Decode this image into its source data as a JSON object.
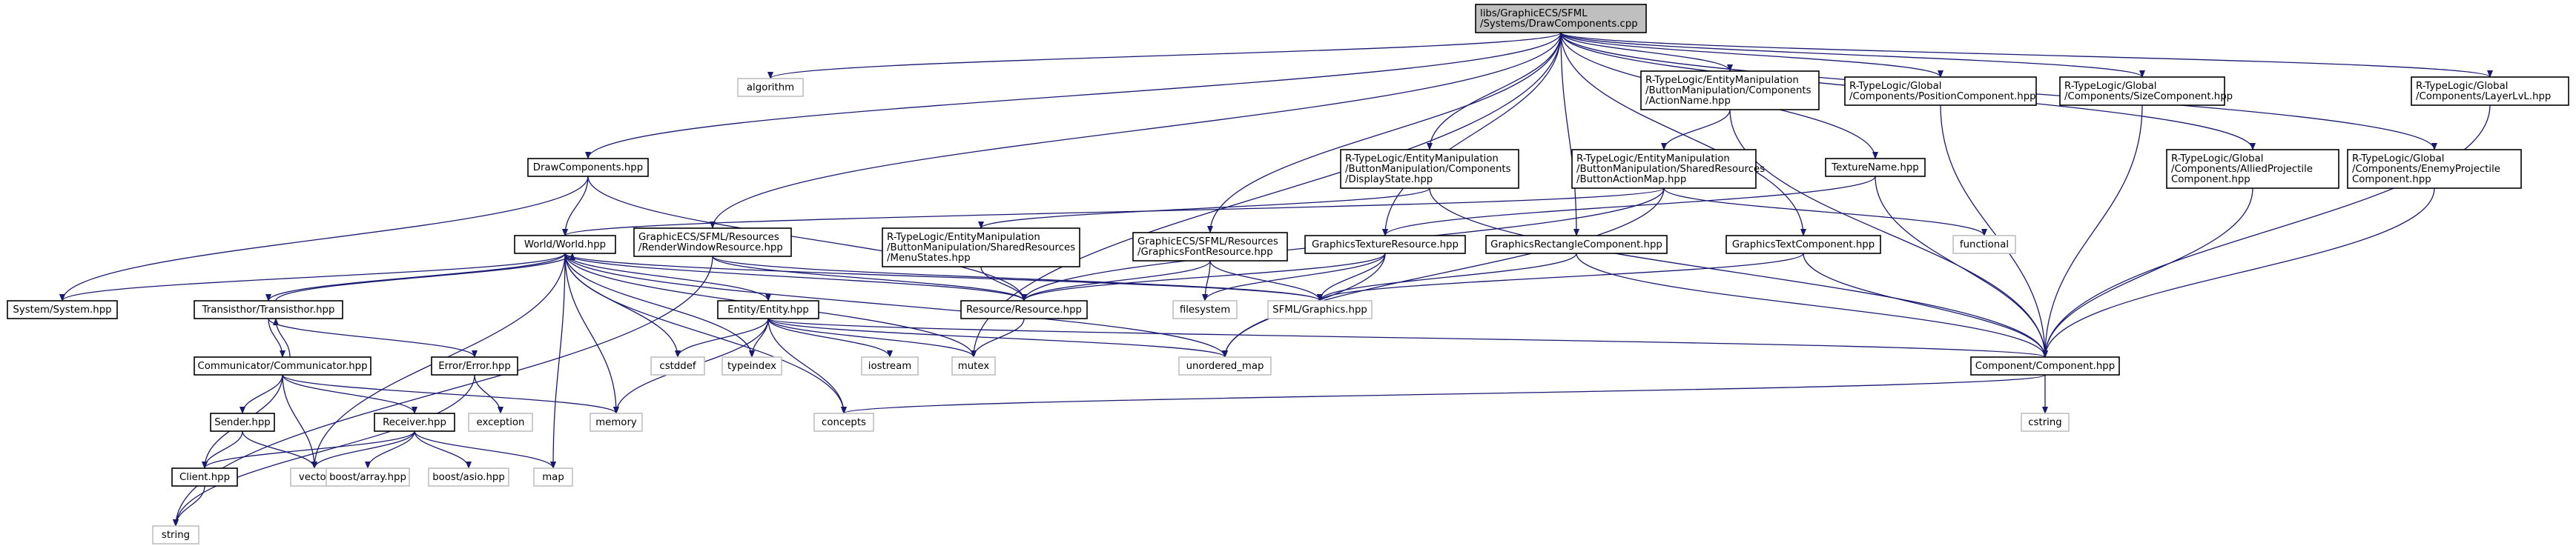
{
  "graph": {
    "nodes": [
      {
        "id": "root",
        "lines": [
          "libs/GraphicECS/SFML",
          "/Systems/DrawComponents.cpp"
        ],
        "style": "root"
      },
      {
        "id": "drawhpp",
        "lines": [
          "DrawComponents.hpp"
        ],
        "style": "file"
      },
      {
        "id": "algorithm",
        "lines": [
          "algorithm"
        ],
        "style": "std"
      },
      {
        "id": "renderwin",
        "lines": [
          "GraphicECS/SFML/Resources",
          "/RenderWindowResource.hpp"
        ],
        "style": "file"
      },
      {
        "id": "displaystate",
        "lines": [
          "R-TypeLogic/EntityManipulation",
          "/ButtonManipulation/Components",
          "/DisplayState.hpp"
        ],
        "style": "file"
      },
      {
        "id": "actionname",
        "lines": [
          "R-TypeLogic/EntityManipulation",
          "/ButtonManipulation/Components",
          "/ActionName.hpp"
        ],
        "style": "file"
      },
      {
        "id": "positioncomp",
        "lines": [
          "R-TypeLogic/Global",
          "/Components/PositionComponent.hpp"
        ],
        "style": "file"
      },
      {
        "id": "sizecomp",
        "lines": [
          "R-TypeLogic/Global",
          "/Components/SizeComponent.hpp"
        ],
        "style": "file"
      },
      {
        "id": "layerlvl",
        "lines": [
          "R-TypeLogic/Global",
          "/Components/LayerLvL.hpp"
        ],
        "style": "file"
      },
      {
        "id": "texturename",
        "lines": [
          "TextureName.hpp"
        ],
        "style": "file"
      },
      {
        "id": "buttonactionmap",
        "lines": [
          "R-TypeLogic/EntityManipulation",
          "/ButtonManipulation/SharedResources",
          "/ButtonActionMap.hpp"
        ],
        "style": "file"
      },
      {
        "id": "alliedproj",
        "lines": [
          "R-TypeLogic/Global",
          "/Components/AlliedProjectile",
          "Component.hpp"
        ],
        "style": "file"
      },
      {
        "id": "enemyproj",
        "lines": [
          "R-TypeLogic/Global",
          "/Components/EnemyProjectile",
          "Component.hpp"
        ],
        "style": "file"
      },
      {
        "id": "world",
        "lines": [
          "World/World.hpp"
        ],
        "style": "file"
      },
      {
        "id": "menustates",
        "lines": [
          "R-TypeLogic/EntityManipulation",
          "/ButtonManipulation/SharedResources",
          "/MenuStates.hpp"
        ],
        "style": "file"
      },
      {
        "id": "graphicsfont",
        "lines": [
          "GraphicECS/SFML/Resources",
          "/GraphicsFontResource.hpp"
        ],
        "style": "file"
      },
      {
        "id": "graphicstexture",
        "lines": [
          "GraphicsTextureResource.hpp"
        ],
        "style": "file"
      },
      {
        "id": "graphicsrect",
        "lines": [
          "GraphicsRectangleComponent.hpp"
        ],
        "style": "file"
      },
      {
        "id": "graphicstext",
        "lines": [
          "GraphicsTextComponent.hpp"
        ],
        "style": "file"
      },
      {
        "id": "functional",
        "lines": [
          "functional"
        ],
        "style": "std"
      },
      {
        "id": "system",
        "lines": [
          "System/System.hpp"
        ],
        "style": "file"
      },
      {
        "id": "transisthor",
        "lines": [
          "Transisthor/Transisthor.hpp"
        ],
        "style": "file"
      },
      {
        "id": "resource",
        "lines": [
          "Resource/Resource.hpp"
        ],
        "style": "file"
      },
      {
        "id": "sfmlgraphics",
        "lines": [
          "SFML/Graphics.hpp"
        ],
        "style": "std"
      },
      {
        "id": "filesystem",
        "lines": [
          "filesystem"
        ],
        "style": "std"
      },
      {
        "id": "entity",
        "lines": [
          "Entity/Entity.hpp"
        ],
        "style": "file"
      },
      {
        "id": "communicator",
        "lines": [
          "Communicator/Communicator.hpp"
        ],
        "style": "file"
      },
      {
        "id": "error",
        "lines": [
          "Error/Error.hpp"
        ],
        "style": "file"
      },
      {
        "id": "cstddef",
        "lines": [
          "cstddef"
        ],
        "style": "std"
      },
      {
        "id": "typeindex",
        "lines": [
          "typeindex"
        ],
        "style": "std"
      },
      {
        "id": "iostream",
        "lines": [
          "iostream"
        ],
        "style": "std"
      },
      {
        "id": "mutex",
        "lines": [
          "mutex"
        ],
        "style": "std"
      },
      {
        "id": "unorderedmap",
        "lines": [
          "unordered_map"
        ],
        "style": "std"
      },
      {
        "id": "component",
        "lines": [
          "Component/Component.hpp"
        ],
        "style": "file"
      },
      {
        "id": "sender",
        "lines": [
          "Sender.hpp"
        ],
        "style": "file"
      },
      {
        "id": "receiver",
        "lines": [
          "Receiver.hpp"
        ],
        "style": "file"
      },
      {
        "id": "exception",
        "lines": [
          "exception"
        ],
        "style": "std"
      },
      {
        "id": "memory",
        "lines": [
          "memory"
        ],
        "style": "std"
      },
      {
        "id": "concepts",
        "lines": [
          "concepts"
        ],
        "style": "std"
      },
      {
        "id": "cstring",
        "lines": [
          "cstring"
        ],
        "style": "std"
      },
      {
        "id": "client",
        "lines": [
          "Client.hpp"
        ],
        "style": "file"
      },
      {
        "id": "vector",
        "lines": [
          "vector"
        ],
        "style": "std"
      },
      {
        "id": "boostarray",
        "lines": [
          "boost/array.hpp"
        ],
        "style": "std"
      },
      {
        "id": "boostasio",
        "lines": [
          "boost/asio.hpp"
        ],
        "style": "std"
      },
      {
        "id": "map",
        "lines": [
          "map"
        ],
        "style": "std"
      },
      {
        "id": "string",
        "lines": [
          "string"
        ],
        "style": "std"
      }
    ],
    "edges": [
      {
        "from": "root",
        "to": "drawhpp"
      },
      {
        "from": "root",
        "to": "algorithm"
      },
      {
        "from": "root",
        "to": "renderwin"
      },
      {
        "from": "root",
        "to": "displaystate"
      },
      {
        "from": "root",
        "to": "actionname"
      },
      {
        "from": "root",
        "to": "positioncomp"
      },
      {
        "from": "root",
        "to": "sizecomp"
      },
      {
        "from": "root",
        "to": "layerlvl"
      },
      {
        "from": "root",
        "to": "texturename"
      },
      {
        "from": "root",
        "to": "alliedproj"
      },
      {
        "from": "root",
        "to": "enemyproj"
      },
      {
        "from": "root",
        "to": "graphicsfont"
      },
      {
        "from": "root",
        "to": "graphicstexture"
      },
      {
        "from": "root",
        "to": "graphicsrect"
      },
      {
        "from": "root",
        "to": "graphicstext"
      },
      {
        "from": "root",
        "to": "mutex"
      },
      {
        "from": "drawhpp",
        "to": "world"
      },
      {
        "from": "drawhpp",
        "to": "system"
      },
      {
        "from": "drawhpp",
        "to": "resource"
      },
      {
        "from": "renderwin",
        "to": "resource"
      },
      {
        "from": "renderwin",
        "to": "sfmlgraphics"
      },
      {
        "from": "renderwin",
        "to": "string"
      },
      {
        "from": "displaystate",
        "to": "menustates"
      },
      {
        "from": "displaystate",
        "to": "component"
      },
      {
        "from": "actionname",
        "to": "buttonactionmap"
      },
      {
        "from": "actionname",
        "to": "component"
      },
      {
        "from": "positioncomp",
        "to": "component"
      },
      {
        "from": "sizecomp",
        "to": "component"
      },
      {
        "from": "layerlvl",
        "to": "component"
      },
      {
        "from": "alliedproj",
        "to": "component"
      },
      {
        "from": "enemyproj",
        "to": "component"
      },
      {
        "from": "texturename",
        "to": "graphicstexture"
      },
      {
        "from": "texturename",
        "to": "component"
      },
      {
        "from": "buttonactionmap",
        "to": "world"
      },
      {
        "from": "buttonactionmap",
        "to": "resource"
      },
      {
        "from": "buttonactionmap",
        "to": "functional"
      },
      {
        "from": "buttonactionmap",
        "to": "unorderedmap"
      },
      {
        "from": "menustates",
        "to": "resource"
      },
      {
        "from": "graphicsfont",
        "to": "resource"
      },
      {
        "from": "graphicsfont",
        "to": "filesystem"
      },
      {
        "from": "graphicsfont",
        "to": "sfmlgraphics"
      },
      {
        "from": "graphicstexture",
        "to": "resource"
      },
      {
        "from": "graphicstexture",
        "to": "filesystem"
      },
      {
        "from": "graphicstexture",
        "to": "sfmlgraphics"
      },
      {
        "from": "graphicstexture",
        "to": "unorderedmap"
      },
      {
        "from": "graphicsrect",
        "to": "sfmlgraphics"
      },
      {
        "from": "graphicsrect",
        "to": "component"
      },
      {
        "from": "graphicstext",
        "to": "sfmlgraphics"
      },
      {
        "from": "graphicstext",
        "to": "component"
      },
      {
        "from": "world",
        "to": "system"
      },
      {
        "from": "world",
        "to": "transisthor"
      },
      {
        "from": "world",
        "to": "resource"
      },
      {
        "from": "world",
        "to": "entity"
      },
      {
        "from": "world",
        "to": "cstddef"
      },
      {
        "from": "world",
        "to": "typeindex"
      },
      {
        "from": "world",
        "to": "mutex"
      },
      {
        "from": "world",
        "to": "unorderedmap"
      },
      {
        "from": "world",
        "to": "memory"
      },
      {
        "from": "world",
        "to": "concepts"
      },
      {
        "from": "world",
        "to": "vector"
      },
      {
        "from": "world",
        "to": "map"
      },
      {
        "from": "world",
        "to": "sfmlgraphics"
      },
      {
        "from": "transisthor",
        "to": "world"
      },
      {
        "from": "transisthor",
        "to": "communicator"
      },
      {
        "from": "transisthor",
        "to": "error"
      },
      {
        "from": "communicator",
        "to": "transisthor"
      },
      {
        "from": "communicator",
        "to": "sender"
      },
      {
        "from": "communicator",
        "to": "receiver"
      },
      {
        "from": "communicator",
        "to": "client"
      },
      {
        "from": "communicator",
        "to": "vector"
      },
      {
        "from": "communicator",
        "to": "memory"
      },
      {
        "from": "error",
        "to": "exception"
      },
      {
        "from": "error",
        "to": "string"
      },
      {
        "from": "resource",
        "to": "mutex"
      },
      {
        "from": "entity",
        "to": "cstddef"
      },
      {
        "from": "entity",
        "to": "typeindex"
      },
      {
        "from": "entity",
        "to": "iostream"
      },
      {
        "from": "entity",
        "to": "mutex"
      },
      {
        "from": "entity",
        "to": "unorderedmap"
      },
      {
        "from": "entity",
        "to": "component"
      },
      {
        "from": "entity",
        "to": "concepts"
      },
      {
        "from": "entity",
        "to": "memory"
      },
      {
        "from": "sender",
        "to": "client"
      },
      {
        "from": "sender",
        "to": "vector"
      },
      {
        "from": "receiver",
        "to": "client"
      },
      {
        "from": "receiver",
        "to": "vector"
      },
      {
        "from": "receiver",
        "to": "boostarray"
      },
      {
        "from": "receiver",
        "to": "boostasio"
      },
      {
        "from": "receiver",
        "to": "map"
      },
      {
        "from": "client",
        "to": "string"
      },
      {
        "from": "component",
        "to": "concepts"
      },
      {
        "from": "component",
        "to": "cstring"
      }
    ]
  },
  "colors": {
    "edge": "#191970",
    "root_fill": "#bfbfbf",
    "root_stroke": "#000000",
    "file_fill": "#ffffff",
    "file_stroke": "#000000",
    "std_fill": "#ffffff",
    "std_stroke": "#bfbfbf",
    "text": "#000000",
    "std_text": "#000000"
  }
}
